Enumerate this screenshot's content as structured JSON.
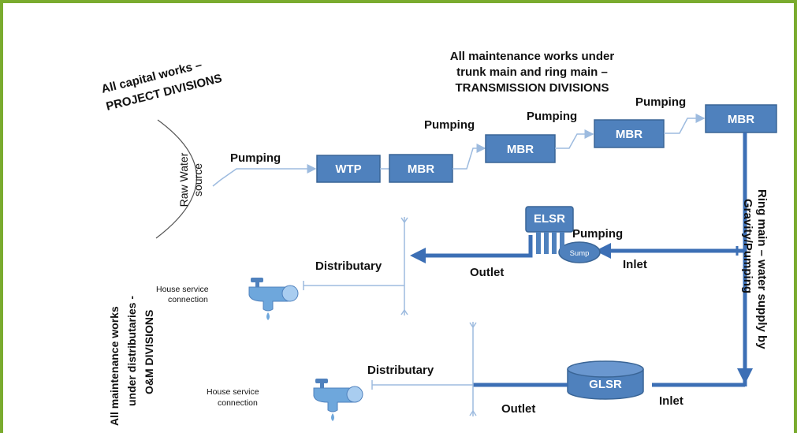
{
  "header": {
    "capital_line1": "All capital works –",
    "capital_line2": "PROJECT DIVISIONS",
    "transmission_line1": "All maintenance works under",
    "transmission_line2": "trunk main and ring main –",
    "transmission_line3": "TRANSMISSION DIVISIONS",
    "om_line1": "All maintenance works",
    "om_line2": "under distributaries -",
    "om_line3": "O&M DIVISIONS"
  },
  "source": {
    "line1": "Raw Water",
    "line2": "source"
  },
  "nodes": {
    "wtp": "WTP",
    "mbr1": "MBR",
    "mbr2": "MBR",
    "mbr3": "MBR",
    "mbr4": "MBR",
    "elsr": "ELSR",
    "sump": "Sump",
    "glsr": "GLSR"
  },
  "labels": {
    "pumping_source": "Pumping",
    "pumping_mbr2": "Pumping",
    "pumping_mbr3": "Pumping",
    "pumping_mbr4": "Pumping",
    "pumping_elsr": "Pumping",
    "distributary_top": "Distributary",
    "outlet_top": "Outlet",
    "inlet_top": "Inlet",
    "house_top_1": "House service",
    "house_top_2": "connection",
    "distributary_bottom": "Distributary",
    "outlet_bottom": "Outlet",
    "inlet_bottom": "Inlet",
    "house_bottom_1": "House service",
    "house_bottom_2": "connection",
    "ring_main_1": "Ring main – water supply by",
    "ring_main_2": "Gravity/Pumping"
  },
  "colors": {
    "frame": "#7aab2e",
    "box": "#4f81bd",
    "thick_pipe": "#3c6fb5",
    "thin_pipe": "#9dbbdf"
  }
}
